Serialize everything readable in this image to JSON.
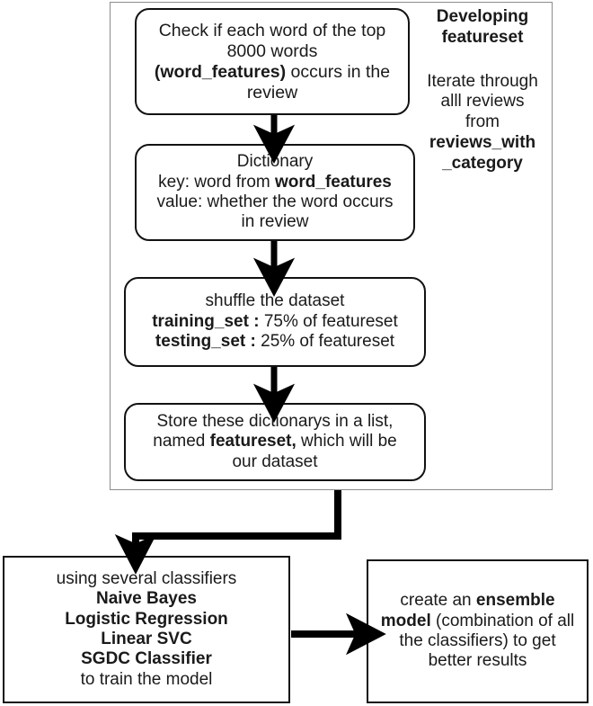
{
  "diagram": {
    "title": "Developing featureset pipeline flowchart",
    "colors": {
      "node_border": "#121212",
      "group_border": "#8c8c8c",
      "arrow": "#000000",
      "background": "#ffffff",
      "text": "#1a1a1a"
    },
    "group": {
      "name": "developing-featureset-group",
      "side_note_title": "Developing\nfeatureset",
      "side_note_line1": "Iterate through",
      "side_note_line2": "alll reviews",
      "side_note_line3": "from",
      "side_note_bold1": "reviews_with",
      "side_note_bold2": "_category"
    },
    "nodes": {
      "check": {
        "line1": "Check if each word of the top",
        "line2": "8000 words",
        "line3_bold": "(word_features)",
        "line3_rest": " occurs in the",
        "line4": "review"
      },
      "dictionary": {
        "line1": "Dictionary",
        "line2_rest": "key: word from ",
        "line2_bold": "word_features",
        "line3": "value: whether the word occurs",
        "line4": "in review"
      },
      "shuffle": {
        "line1": "shuffle the dataset",
        "line2_bold": "training_set :",
        "line2_rest": " 75% of featureset",
        "line3_bold": "testing_set :",
        "line3_rest": " 25% of featureset"
      },
      "store": {
        "line1": "Store these dictionarys in a list,",
        "line2_pre": "named ",
        "line2_bold": "featureset,",
        "line2_post": " which will be",
        "line3": "our dataset"
      },
      "classifiers": {
        "line1": "using several classifiers",
        "clf1": "Naive Bayes",
        "clf2": "Logistic Regression",
        "clf3": "Linear SVC",
        "clf4": "SGDC Classifier",
        "line_last": "to train the model"
      },
      "ensemble": {
        "line1_pre": "create an ",
        "line1_bold": "ensemble",
        "line2_bold": "model",
        "line2_post": " (combination of all",
        "line3": "the classifiers) to get",
        "line4": "better results"
      }
    },
    "edges": [
      {
        "name": "check-to-dictionary",
        "from": "check",
        "to": "dictionary",
        "style": "straight-down"
      },
      {
        "name": "dictionary-to-shuffle",
        "from": "dictionary",
        "to": "shuffle",
        "style": "straight-down"
      },
      {
        "name": "shuffle-to-store",
        "from": "shuffle",
        "to": "store",
        "style": "straight-down"
      },
      {
        "name": "group-to-classifiers",
        "from": "featureset-group",
        "to": "classifiers",
        "style": "elbow-down-left"
      },
      {
        "name": "classifiers-to-ensemble",
        "from": "classifiers",
        "to": "ensemble",
        "style": "straight-right"
      }
    ]
  }
}
